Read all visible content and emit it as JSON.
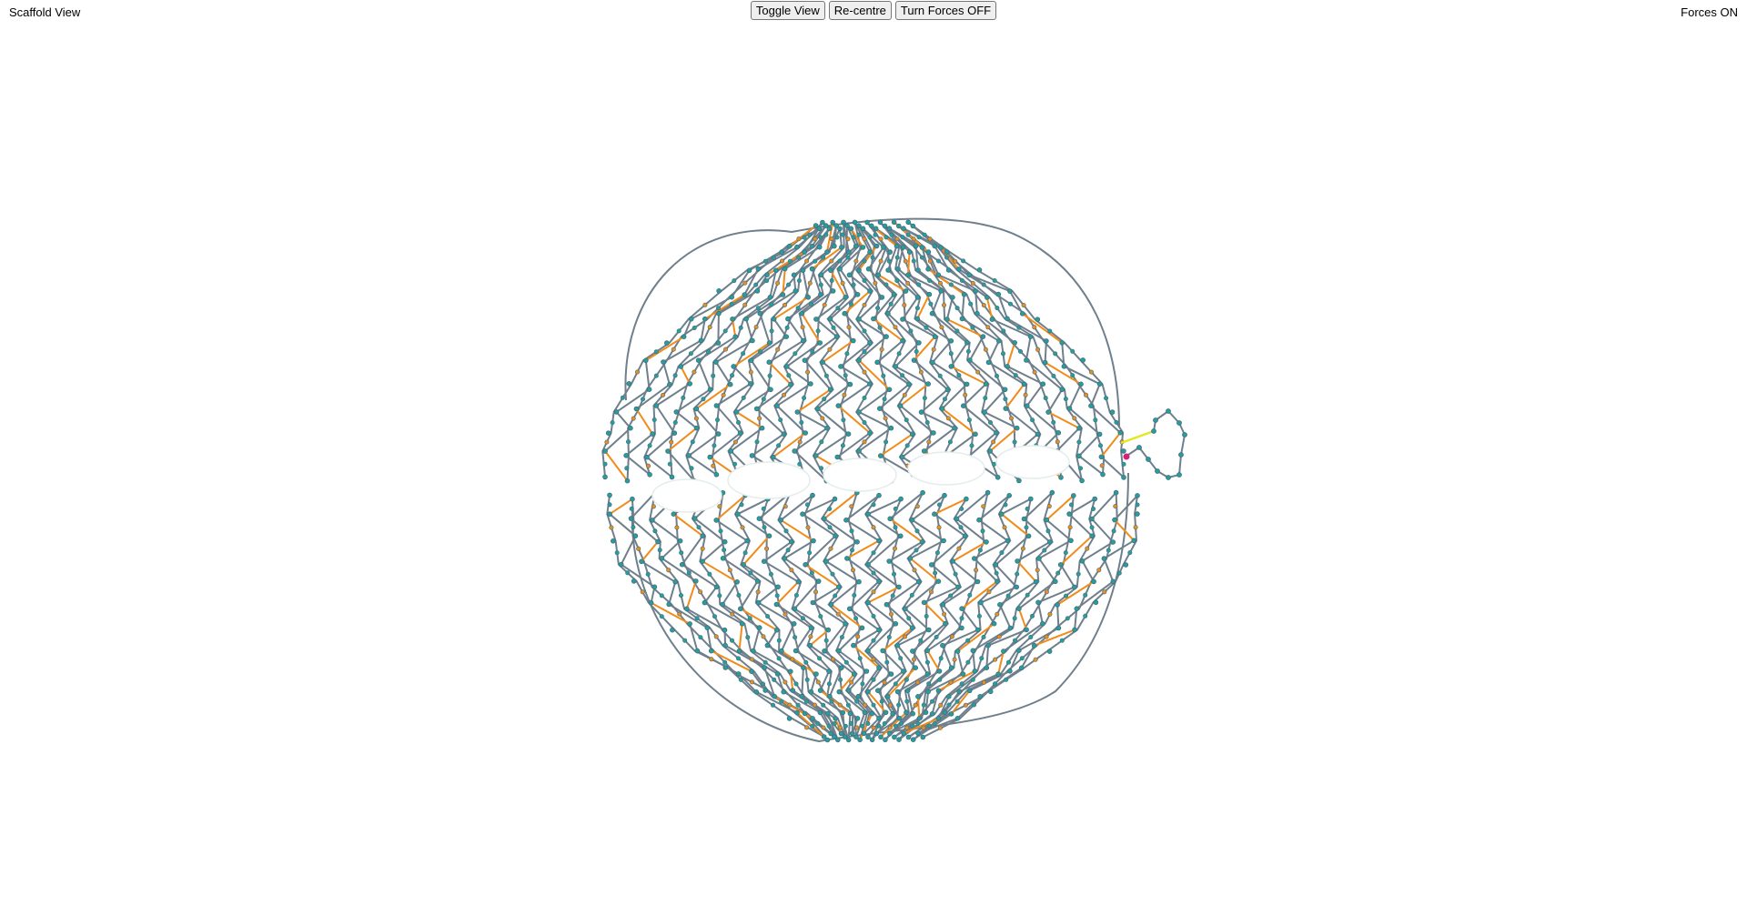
{
  "header": {
    "view_label": "Scaffold View",
    "forces_status": "Forces ON"
  },
  "toolbar": {
    "toggle_view_label": "Toggle View",
    "recentre_label": "Re-centre",
    "forces_label": "Turn Forces OFF"
  },
  "colors": {
    "background": "#ffffff",
    "backbone_edge": "#6f7f8c",
    "crossover_edge": "#f08c1a",
    "node_fill": "#2a9d9a",
    "node_stroke": "#3c6e7e",
    "break_gap": "#e4ecec",
    "highlight_edge": "#e3e81e",
    "highlight_node": "#d6207a"
  },
  "icons": {
    "scaffold_graph": "force-directed-graph"
  }
}
